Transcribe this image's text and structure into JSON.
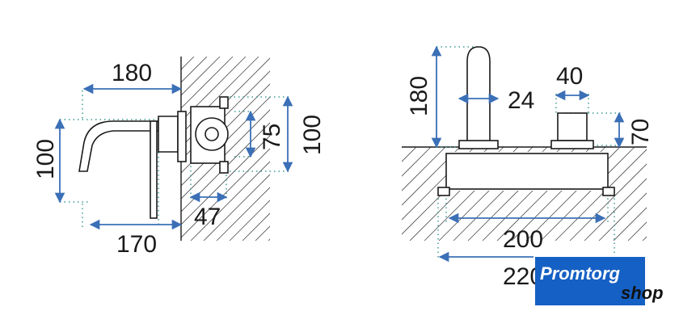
{
  "left_view": {
    "dim_width_top": "180",
    "dim_height_left": "100",
    "dim_height_inner": "75",
    "dim_height_right": "100",
    "dim_depth": "47",
    "dim_width_bottom": "170"
  },
  "right_view": {
    "dim_spout_height": "180",
    "dim_spout_diameter": "24",
    "dim_knob_diameter": "40",
    "dim_knob_height": "70",
    "dim_box_width": "200",
    "dim_overall_width": "220"
  },
  "logo": {
    "line1": "Promtorg",
    "line2": "shop",
    "colors": {
      "blue": "#1560c4",
      "white": "#ffffff"
    }
  }
}
